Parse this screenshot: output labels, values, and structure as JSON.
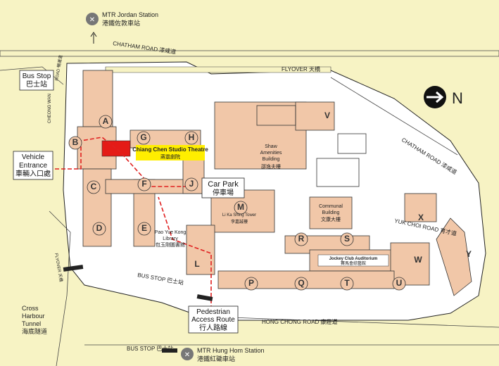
{
  "stations": {
    "jordan": {
      "en": "MTR Jordan Station",
      "zh": "港鐵佐敦車站"
    },
    "hung_hom": {
      "en": "MTR Hung Hom Station",
      "zh": "港鐵紅磡車站"
    }
  },
  "roads": {
    "chatham_top": "CHATHAM ROAD 漆咸道",
    "chatham_right": "CHATHAM ROAD 漆咸道",
    "flyover_top": "FLYOVER 天橋",
    "cheong_wan": "CHEONG WAN",
    "cheong_wan_road": "ROAD 暢運道",
    "flyover_left": "FLYOVER 天橋",
    "yuk_choi": "YUK CHOI ROAD 育才道",
    "hong_chong": "HONG CHONG ROAD 康莊道",
    "bus_stop_mid": "BUS STOP 巴士站",
    "bus_stop_bottom": "BUS STOP 巴士站"
  },
  "labels": {
    "bus_stop": {
      "en": "Bus Stop",
      "zh": "巴士站"
    },
    "vehicle_entrance": {
      "en1": "Vehicle",
      "en2": "Entrance",
      "zh": "車輛入口處"
    },
    "car_park": {
      "en": "Car Park",
      "zh": "停車場"
    },
    "pedestrian": {
      "en1": "Pedestrian",
      "en2": "Access Route",
      "zh": "行人路線"
    },
    "cross_harbour": {
      "l1": "Cross",
      "l2": "Harbour",
      "l3": "Tunnel",
      "zh": "海底隧道"
    },
    "north": "N"
  },
  "buildings": {
    "theatre": {
      "en": "Chiang Chen Studio Theatre",
      "zh": "蔣震劇院"
    },
    "shaw": {
      "l1": "Shaw",
      "l2": "Amenities",
      "l3": "Building",
      "zh": "邵逸夫樓"
    },
    "li_ka_shing": {
      "en": "Li Ka Shing Tower",
      "zh": "李嘉誠樓"
    },
    "communal": {
      "l1": "Communal",
      "l2": "Building",
      "zh": "文康大樓"
    },
    "library": {
      "l1": "Pao Yue Kong",
      "l2": "Library",
      "zh": "包玉剛圖書館"
    },
    "jockey": {
      "en": "Jockey Club Auditorium",
      "zh": "賽馬會綜藝館"
    }
  },
  "block_letters": [
    "A",
    "B",
    "C",
    "D",
    "E",
    "F",
    "G",
    "H",
    "J",
    "M",
    "P",
    "Q",
    "R",
    "S",
    "T",
    "U",
    "L",
    "V",
    "W",
    "X",
    "Y"
  ],
  "colors": {
    "road": "#f7f3c4",
    "building": "#f1c7a8",
    "campus": "#ffffff",
    "route": "#e02020",
    "theatre": "#e41b17",
    "theatre_label": "#ffee00"
  }
}
